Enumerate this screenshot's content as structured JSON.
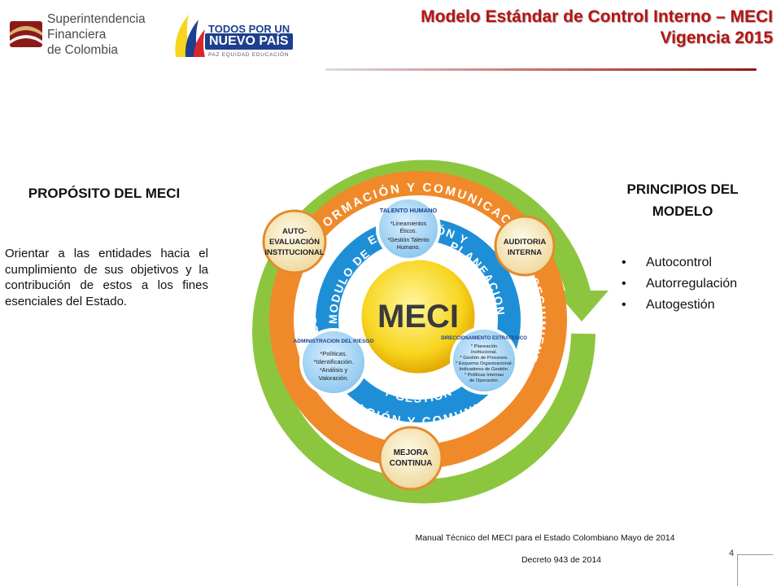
{
  "header": {
    "logo_sfc_lines": [
      "Superintendencia",
      "Financiera",
      "de Colombia"
    ],
    "logo_gov_line1": "TODOS POR UN",
    "logo_gov_line2": "NUEVO PAÍS",
    "logo_gov_tagline": "PAZ  EQUIDAD  EDUCACIÓN",
    "title_line1": "Modelo Estándar de Control Interno – MECI",
    "title_line2": "Vigencia 2015"
  },
  "purpose": {
    "title": "PROPÓSITO DEL MECI",
    "text": "Orientar a las entidades hacia el cumplimiento de sus objetivos y la contribución de estos a los fines esenciales del Estado."
  },
  "principles": {
    "title": "PRINCIPIOS DEL MODELO",
    "items": [
      "Autocontrol",
      "Autorregulación",
      "Autogestión"
    ]
  },
  "diagram": {
    "center_label": "MECI",
    "outer_ring_top": "INFORMACIÓN Y COMUNICACIÓN",
    "outer_ring_bottom": "INFORMACIÓN Y COMUNICACIÓN",
    "orange_ring_top": "EVALUACIÓN Y",
    "orange_ring_left": "MODULO DE",
    "orange_ring_right": "SEGUIMIENTO",
    "blue_ring_left": "MODULO DE",
    "blue_ring_right": "PLANEACION",
    "blue_ring_bottom": "Y GESTION",
    "blue_top": {
      "title": "TALENTO HUMANO",
      "lines": [
        "*Lineamientos",
        "Éticos.",
        "*Gestión Talento",
        "Humano."
      ]
    },
    "blue_left": {
      "title": "ADMINISTRACION DEL RIESGO",
      "lines": [
        "*Políticas.",
        "*Identificación.",
        "*Análisis y",
        "Valoración."
      ]
    },
    "blue_right": {
      "title": "DIRECCIONAMIENTO ESTRATEGICO",
      "lines": [
        "* Planeación",
        "institucional.",
        "* Gestión de Procesos.",
        "* Esquema Organizacional.",
        "Indicadores de Gestión.",
        "* Políticas Internas",
        "de Operación."
      ]
    },
    "orange_left": [
      "AUTO-",
      "EVALUACIÓN",
      "INSTITUCIONAL"
    ],
    "orange_right": [
      "AUDITORIA",
      "INTERNA"
    ],
    "orange_bottom": [
      "MEJORA",
      "CONTINUA"
    ],
    "colors": {
      "green": "#8cc63f",
      "orange": "#f0892a",
      "blue": "#1e8fd6",
      "yellow": "#f7d51d",
      "beige": "#f3e2b8"
    }
  },
  "footer": {
    "source": "Manual Técnico del MECI para el Estado Colombiano Mayo de 2014",
    "decree": "Decreto 943 de 2014",
    "page_number": "4"
  }
}
